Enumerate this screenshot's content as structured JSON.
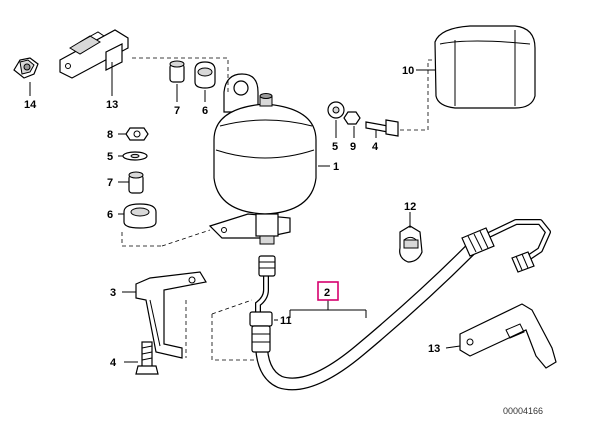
{
  "callouts": {
    "c14": "14",
    "c13a": "13",
    "c7a": "7",
    "c6a": "6",
    "c10": "10",
    "c8": "8",
    "c5a": "5",
    "c7b": "7",
    "c6b": "6",
    "c5b": "5",
    "c9": "9",
    "c4a": "4",
    "c1": "1",
    "c12": "12",
    "c2": "2",
    "c3": "3",
    "c11": "11",
    "c4b": "4",
    "c13b": "13"
  },
  "document_number": "00004166",
  "colors": {
    "highlight_box": "#d6006e",
    "line": "#000000",
    "background": "#ffffff"
  }
}
